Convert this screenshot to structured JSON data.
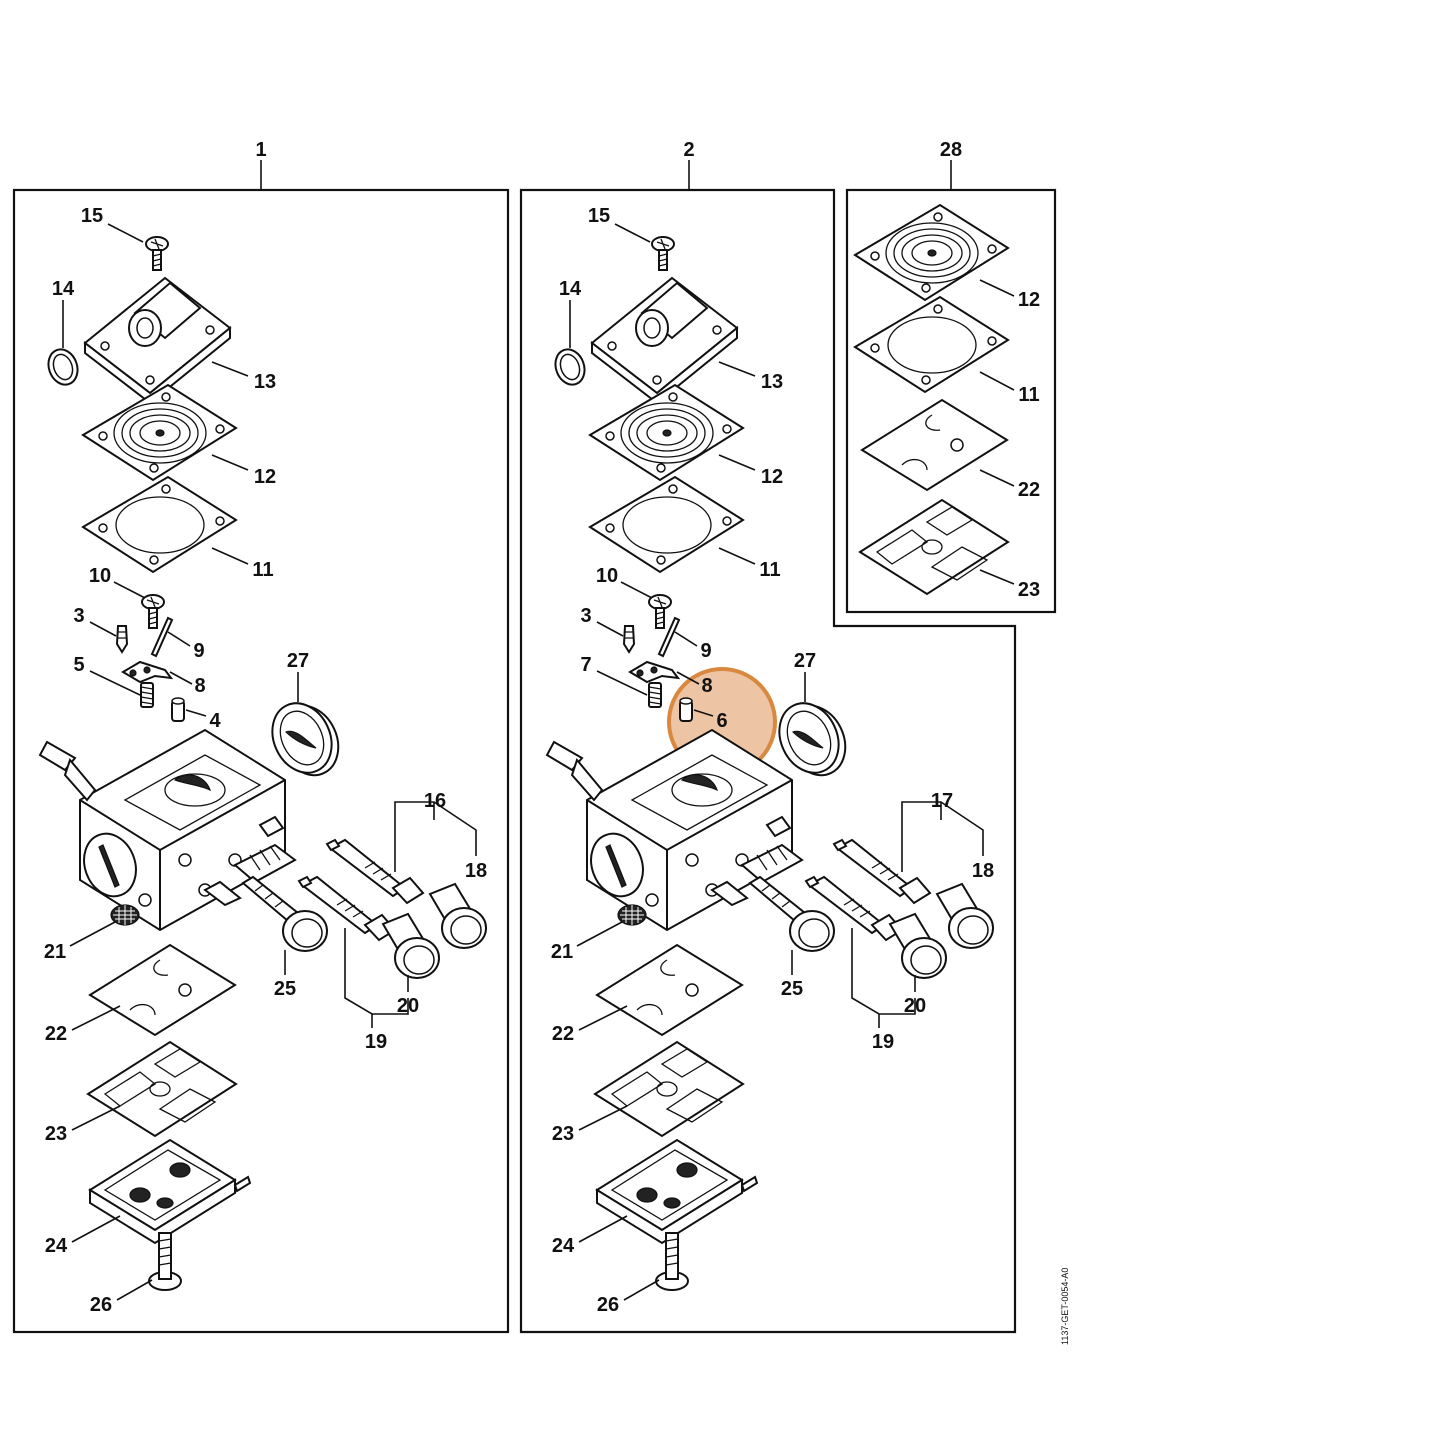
{
  "assemblies": [
    {
      "label": "1",
      "name": "assembly-1"
    },
    {
      "label": "2",
      "name": "assembly-2"
    },
    {
      "label": "28",
      "name": "assembly-28"
    }
  ],
  "callouts": {
    "a": [
      "15",
      "14",
      "13",
      "12",
      "11",
      "10",
      "3",
      "9",
      "5",
      "8",
      "4",
      "27",
      "16",
      "18",
      "21",
      "25",
      "22",
      "20",
      "19",
      "23",
      "24",
      "26"
    ],
    "b": [
      "15",
      "14",
      "13",
      "12",
      "11",
      "10",
      "3",
      "9",
      "7",
      "8",
      "6",
      "27",
      "17",
      "18",
      "21",
      "25",
      "22",
      "20",
      "19",
      "23",
      "24",
      "26"
    ],
    "c": [
      "12",
      "11",
      "22",
      "23"
    ]
  },
  "highlight": {
    "label": "6",
    "color": "#E0955A"
  },
  "drawing_code": "1137-GET-0054-A0"
}
